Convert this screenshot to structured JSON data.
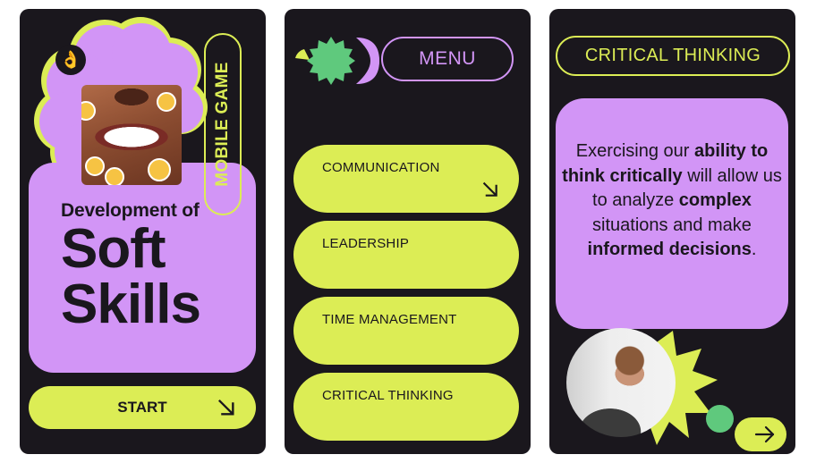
{
  "colors": {
    "panel_bg": "#1a171d",
    "purple": "#d295f6",
    "lime": "#dced55",
    "green": "#5fc97d",
    "text_dark": "#1a171d"
  },
  "screen_intro": {
    "badge_icon": "ok-hand-icon",
    "badge_glyph": "👌",
    "vertical_label": "MOBILE GAME",
    "subtitle": "Development of",
    "title_line1": "Soft",
    "title_line2": "Skills",
    "start_button": {
      "label": "START",
      "icon": "arrow-down-right-icon"
    }
  },
  "screen_menu": {
    "header_label": "MENU",
    "items": [
      {
        "label": "COMMUNICATION",
        "icon": "arrow-down-right-icon",
        "active": true
      },
      {
        "label": "LEADERSHIP"
      },
      {
        "label": "TIME MANAGEMENT"
      },
      {
        "label": "CRITICAL THINKING"
      }
    ]
  },
  "screen_detail": {
    "header_label": "CRITICAL THINKING",
    "quote_parts": [
      {
        "text": "Exercising our ",
        "bold": false
      },
      {
        "text": "ability to think critically",
        "bold": true
      },
      {
        "text": " will allow us to analyze ",
        "bold": false
      },
      {
        "text": "complex",
        "bold": true
      },
      {
        "text": " situations and make ",
        "bold": false
      },
      {
        "text": "informed decisions",
        "bold": true
      },
      {
        "text": ".",
        "bold": false
      }
    ],
    "next_button": {
      "icon": "arrow-right-icon"
    }
  }
}
